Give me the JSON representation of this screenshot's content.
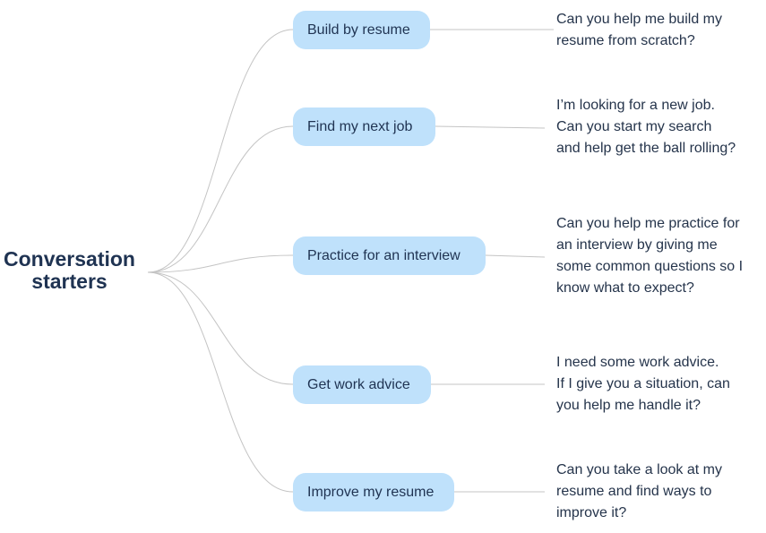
{
  "root": {
    "line1": "Conversation",
    "line2": "starters"
  },
  "branches": [
    {
      "label": "Build by resume",
      "answer_lines": [
        "Can you help me build my",
        "resume from scratch?"
      ]
    },
    {
      "label": "Find my next job",
      "answer_lines": [
        "I’m looking for a new job.",
        "Can you start my search",
        "and help get the ball rolling?"
      ]
    },
    {
      "label": "Practice for an interview",
      "answer_lines": [
        "Can you help me practice for",
        "an interview by giving me",
        "some common questions so I",
        "know what to expect?"
      ]
    },
    {
      "label": "Get work advice",
      "answer_lines": [
        "I need some work advice.",
        "If I give you a situation, can",
        "you help me handle it?"
      ]
    },
    {
      "label": "Improve my resume",
      "answer_lines": [
        "Can you take a look at my",
        "resume and find ways to",
        "improve it?"
      ]
    }
  ],
  "colors": {
    "pill": "#bfe1fb",
    "title": "#1f3352",
    "connector": "#c4c4c4"
  }
}
